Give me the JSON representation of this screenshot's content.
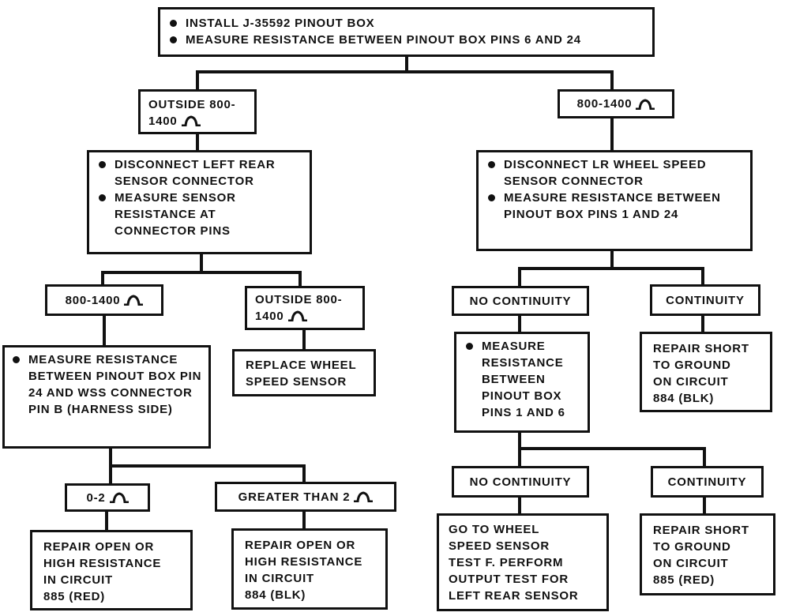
{
  "diagram": {
    "start": {
      "steps": [
        "INSTALL J-35592 PINOUT BOX",
        "MEASURE RESISTANCE BETWEEN PINOUT BOX PINS 6 AND 24"
      ]
    },
    "left": {
      "condition_line1": "OUTSIDE 800-",
      "condition_line2": "1400",
      "action": {
        "steps": [
          "DISCONNECT LEFT REAR SENSOR CONNECTOR",
          "MEASURE SENSOR RESISTANCE AT CONNECTOR PINS"
        ]
      },
      "in_range": {
        "condition": "800-1400",
        "action": {
          "steps": [
            "MEASURE RESISTANCE BETWEEN PINOUT BOX PIN 24 AND WSS CONNECTOR PIN B (HARNESS SIDE)"
          ]
        },
        "low": {
          "condition": "0-2",
          "result": "REPAIR OPEN OR\nHIGH RESISTANCE\nIN CIRCUIT\n885 (RED)"
        },
        "high": {
          "condition": "GREATER THAN 2",
          "result": "REPAIR OPEN OR\nHIGH RESISTANCE\nIN CIRCUIT\n884 (BLK)"
        }
      },
      "out_of_range": {
        "condition_line1": "OUTSIDE 800-",
        "condition_line2": "1400",
        "result": "REPLACE WHEEL\nSPEED SENSOR"
      }
    },
    "right": {
      "condition": "800-1400",
      "action": {
        "steps": [
          "DISCONNECT LR WHEEL SPEED SENSOR CONNECTOR",
          "MEASURE RESISTANCE BETWEEN PINOUT BOX PINS 1 AND 24"
        ]
      },
      "no_continuity": {
        "condition": "NO CONTINUITY",
        "action": {
          "steps": [
            "MEASURE RESISTANCE BETWEEN PINOUT BOX PINS 1 AND 6"
          ]
        },
        "no_continuity": {
          "condition": "NO CONTINUITY",
          "result": "GO TO WHEEL\nSPEED SENSOR\nTEST F. PERFORM\nOUTPUT TEST FOR\nLEFT REAR SENSOR"
        },
        "continuity": {
          "condition": "CONTINUITY",
          "result": "REPAIR SHORT\nTO GROUND\nON CIRCUIT\n885 (RED)"
        }
      },
      "continuity": {
        "condition": "CONTINUITY",
        "result": "REPAIR SHORT\nTO GROUND\nON CIRCUIT\n884 (BLK)"
      }
    }
  }
}
